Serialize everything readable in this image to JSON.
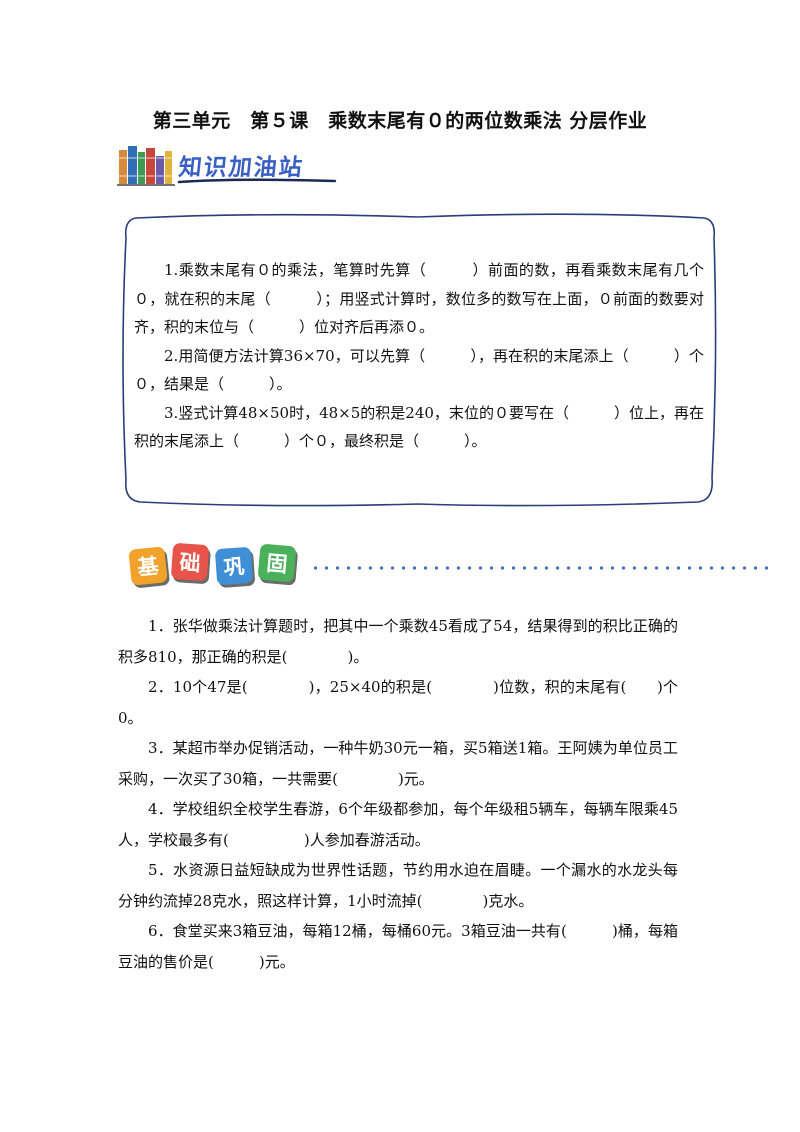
{
  "header": {
    "title": "第三单元　第５课　乘数末尾有０的两位数乘法 分层作业"
  },
  "knowledge_section": {
    "heading": "知识加油站",
    "items": [
      "1.乘数末尾有０的乘法，笔算时先算（　　　）前面的数，再看乘数末尾有几个０，就在积的末尾（　　　）；用竖式计算时，数位多的数写在上面，０前面的数要对齐，积的末位与（　　　）位对齐后再添０。",
      "2.用简便方法计算36×70，可以先算（　　　），再在积的末尾添上（　　　）个０，结果是（　　　）。",
      "3.竖式计算48×50时，48×5的积是240，末位的０要写在（　　　）位上，再在积的末尾添上（　　　）个０，最终积是（　　　）。"
    ]
  },
  "basic_section": {
    "tiles": [
      {
        "char": "基",
        "color": "#f0a22b"
      },
      {
        "char": "础",
        "color": "#e8534a"
      },
      {
        "char": "巩",
        "color": "#3e8fd6"
      },
      {
        "char": "固",
        "color": "#4ab05a"
      }
    ],
    "questions": [
      "1．张华做乘法计算题时，把其中一个乘数45看成了54，结果得到的积比正确的积多810，那正确的积是(　　　　)。",
      "2．10个47是(　　　　)，25×40的积是(　　　　)位数，积的末尾有(　　)个0。",
      "3．某超市举办促销活动，一种牛奶30元一箱，买5箱送1箱。王阿姨为单位员工采购，一次买了30箱，一共需要(　　　　)元。",
      "4．学校组织全校学生春游，6个年级都参加，每个年级租5辆车，每辆车限乘45人，学校最多有(　　　　　)人参加春游活动。",
      "5．水资源日益短缺成为世界性话题，节约用水迫在眉睫。一个漏水的水龙头每分钟约流掉28克水，照这样计算，1小时流掉(　　　　)克水。",
      "6．食堂买来3箱豆油，每箱12桶，每桶60元。3箱豆油一共有(　　　)桶，每箱豆油的售价是(　　　)元。"
    ]
  }
}
